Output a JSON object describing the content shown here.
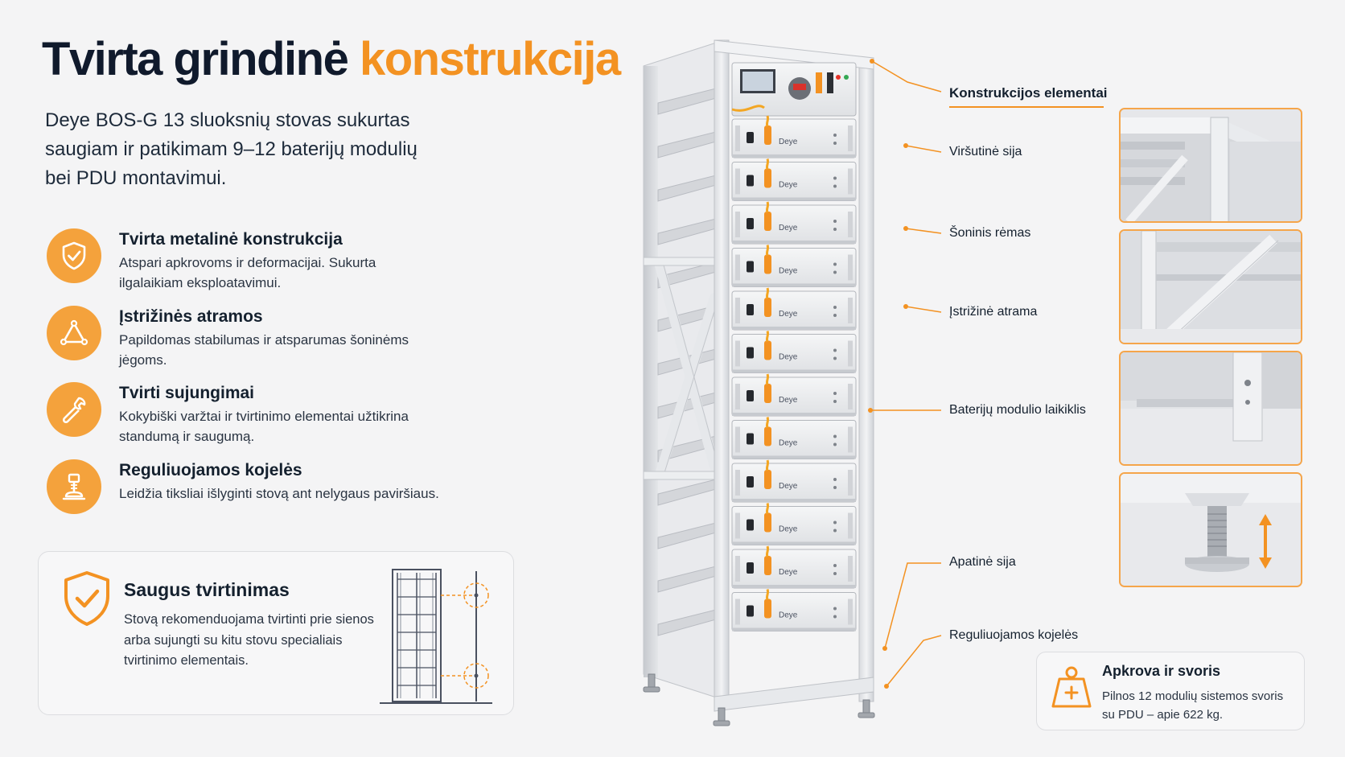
{
  "heading": {
    "title_main": "Tvirta grindinė ",
    "title_accent": "konstrukcija",
    "subtitle": "Deye BOS-G 13 sluoksnių stovas sukurtas saugiam ir patikimam 9–12 baterijų modulių bei PDU montavimui."
  },
  "features": [
    {
      "icon": "shield-check-icon",
      "title": "Tvirta metalinė konstrukcija",
      "desc": "Atspari apkrovoms ir deformacijai. Sukurta ilgalaikiam eksploatavimui."
    },
    {
      "icon": "triangle-brace-icon",
      "title": "Įstrižinės atramos",
      "desc": "Papildomas stabilumas ir atsparumas šoninėms jėgoms."
    },
    {
      "icon": "wrench-icon",
      "title": "Tvirti sujungimai",
      "desc": "Kokybiški varžtai ir tvirtinimo elementai užtikrina standumą ir saugumą."
    },
    {
      "icon": "adjustable-foot-icon",
      "title": "Reguliuojamos kojelės",
      "desc": "Leidžia tiksliai išlyginti stovą ant nelygaus paviršiaus."
    }
  ],
  "safety": {
    "icon": "shield-check-icon",
    "title": "Saugus tvirtinimas",
    "text": "Stovą rekomenduojama tvirtinti prie sienos arba sujungti su kitu stovu specialiais tvirtinimo elementais."
  },
  "rack": {
    "module_brand": "Deye"
  },
  "callouts": {
    "header": "Konstrukcijos elementai",
    "items": [
      "Viršutinė sija",
      "Šoninis rėmas",
      "Įstrižinė atrama",
      "Baterijų modulio laikiklis",
      "Apatinė sija",
      "Reguliuojamos kojelės"
    ]
  },
  "load": {
    "icon": "weight-icon",
    "title": "Apkrova ir svoris",
    "text": "Pilnos 12 modulių sistemos svoris su PDU – apie 622 kg."
  },
  "colors": {
    "accent": "#f39222",
    "icon_circle": "#f4a23c",
    "text_dark": "#101a2c",
    "background": "#f4f4f5"
  }
}
